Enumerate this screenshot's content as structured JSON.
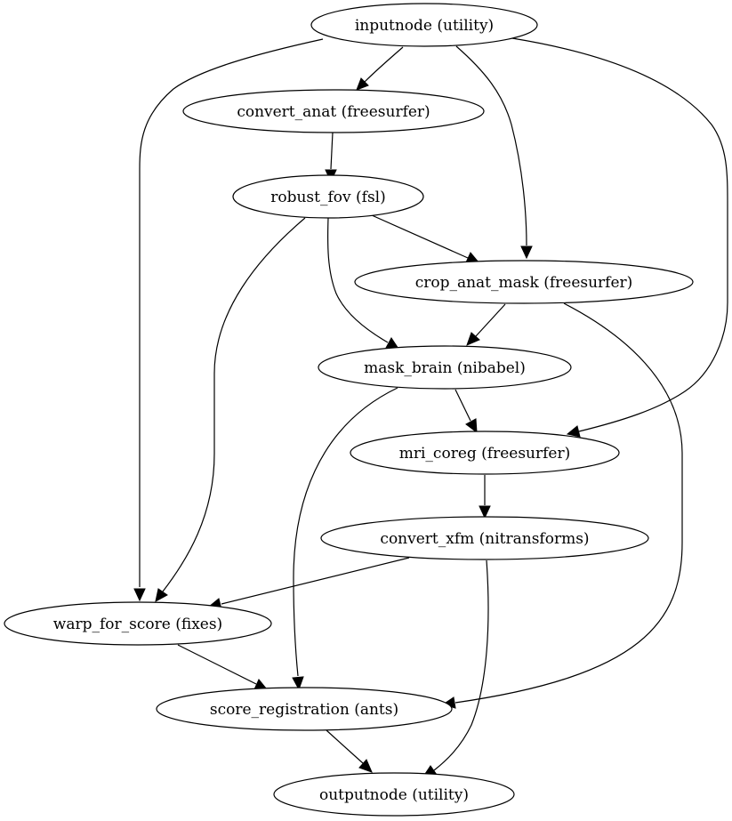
{
  "diagram": {
    "nodes": {
      "inputnode": "inputnode (utility)",
      "convert_anat": "convert_anat (freesurfer)",
      "robust_fov": "robust_fov (fsl)",
      "crop_anat_mask": "crop_anat_mask (freesurfer)",
      "mask_brain": "mask_brain (nibabel)",
      "mri_coreg": "mri_coreg (freesurfer)",
      "convert_xfm": "convert_xfm (nitransforms)",
      "warp_for_score": "warp_for_score (fixes)",
      "score_registration": "score_registration (ants)",
      "outputnode": "outputnode (utility)"
    },
    "edges": [
      {
        "from": "inputnode",
        "to": "convert_anat"
      },
      {
        "from": "inputnode",
        "to": "warp_for_score"
      },
      {
        "from": "inputnode",
        "to": "crop_anat_mask"
      },
      {
        "from": "inputnode",
        "to": "mri_coreg"
      },
      {
        "from": "convert_anat",
        "to": "robust_fov"
      },
      {
        "from": "robust_fov",
        "to": "crop_anat_mask"
      },
      {
        "from": "robust_fov",
        "to": "mask_brain"
      },
      {
        "from": "robust_fov",
        "to": "warp_for_score"
      },
      {
        "from": "crop_anat_mask",
        "to": "mask_brain"
      },
      {
        "from": "crop_anat_mask",
        "to": "score_registration"
      },
      {
        "from": "mask_brain",
        "to": "mri_coreg"
      },
      {
        "from": "mask_brain",
        "to": "score_registration"
      },
      {
        "from": "mri_coreg",
        "to": "convert_xfm"
      },
      {
        "from": "convert_xfm",
        "to": "warp_for_score"
      },
      {
        "from": "convert_xfm",
        "to": "outputnode"
      },
      {
        "from": "warp_for_score",
        "to": "score_registration"
      },
      {
        "from": "score_registration",
        "to": "outputnode"
      }
    ]
  }
}
